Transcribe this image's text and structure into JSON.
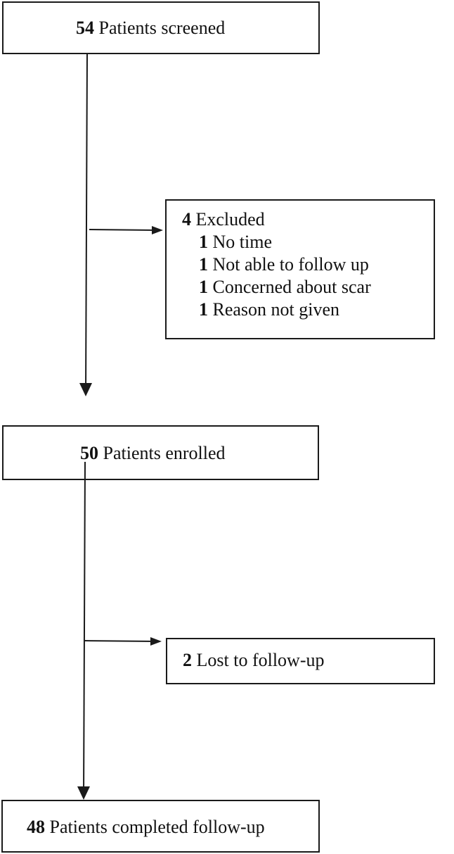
{
  "flow": {
    "screened": {
      "count": "54",
      "label": "Patients screened"
    },
    "excluded": {
      "count": "4",
      "label": "Excluded",
      "reasons": [
        {
          "count": "1",
          "label": "No time"
        },
        {
          "count": "1",
          "label": "Not able to follow up"
        },
        {
          "count": "1",
          "label": "Concerned about scar"
        },
        {
          "count": "1",
          "label": "Reason not given"
        }
      ]
    },
    "enrolled": {
      "count": "50",
      "label": "Patients enrolled"
    },
    "lost": {
      "count": "2",
      "label": "Lost to follow-up"
    },
    "completed": {
      "count": "48",
      "label": "Patients completed follow-up"
    }
  },
  "style": {
    "line_color": "#1a1a1a",
    "border_color": "#1a1a1a"
  }
}
